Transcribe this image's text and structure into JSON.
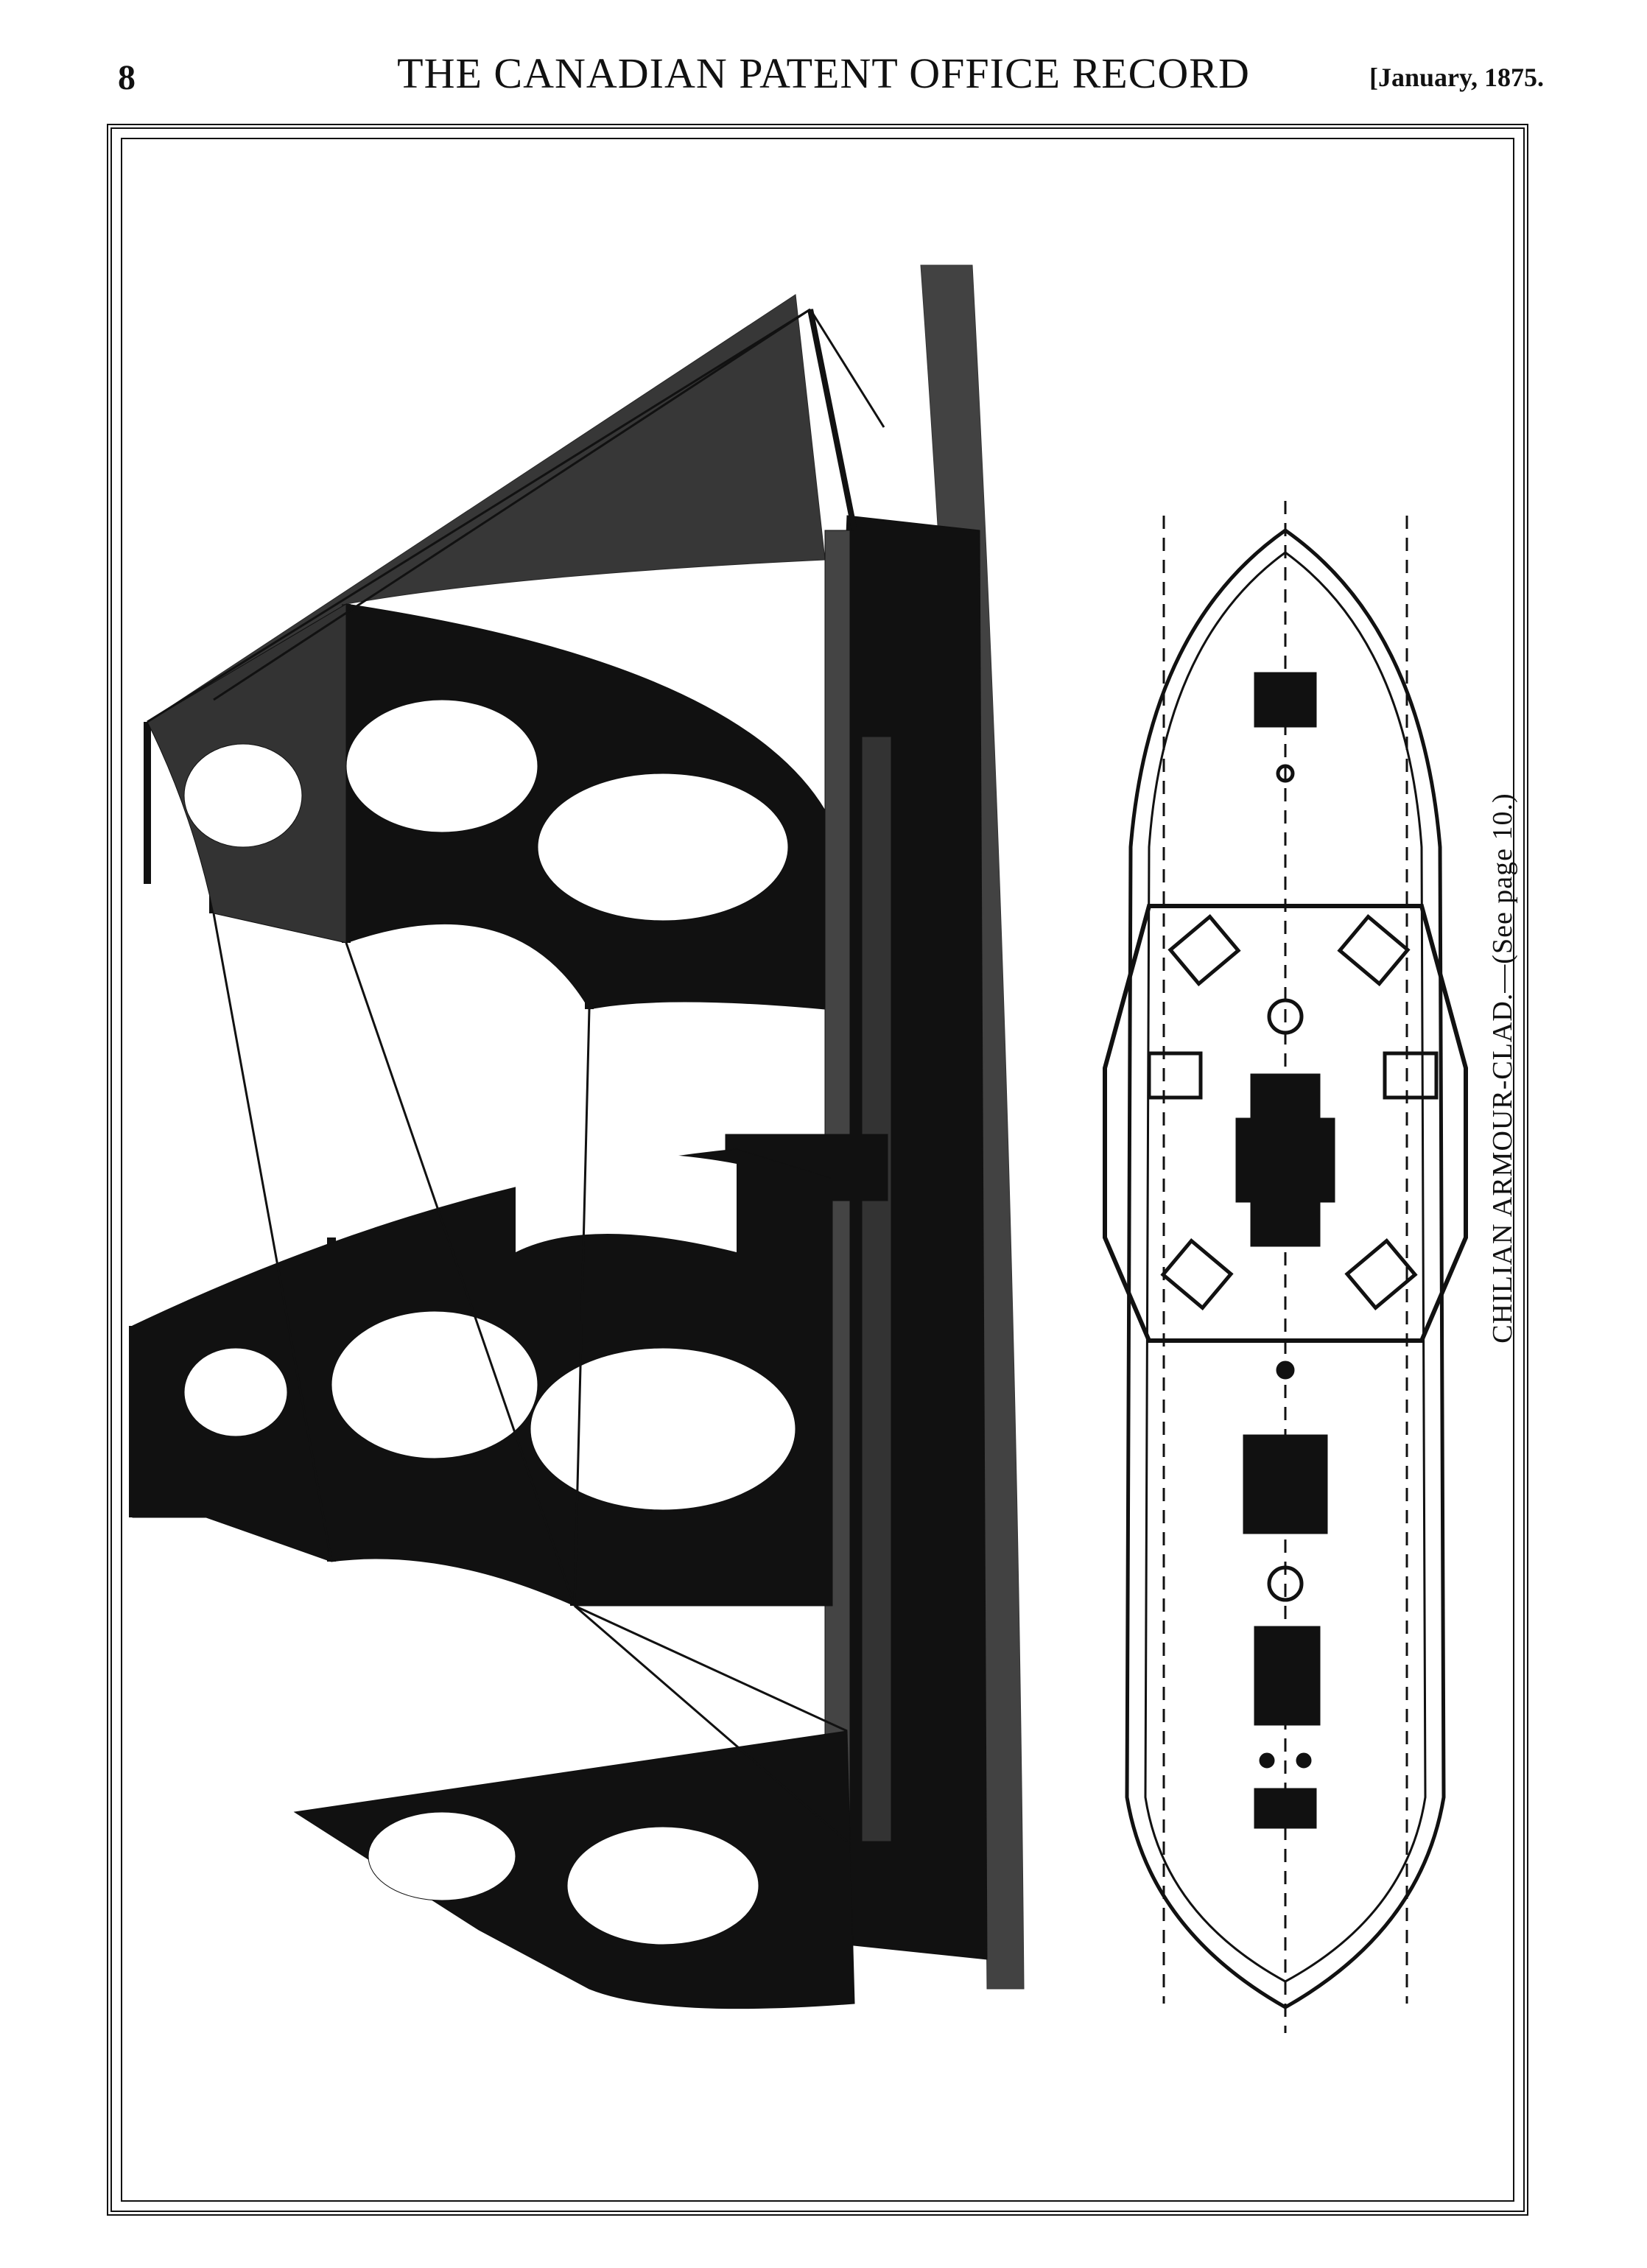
{
  "header": {
    "page_number": "8",
    "running_title": "THE CANADIAN PATENT OFFICE RECORD",
    "issue_date": "[January, 1875."
  },
  "plate": {
    "caption": "CHILIAN ARMOUR-CLAD.—(See page 10.)",
    "colors": {
      "ink": "#111111",
      "paper": "#ffffff"
    }
  }
}
